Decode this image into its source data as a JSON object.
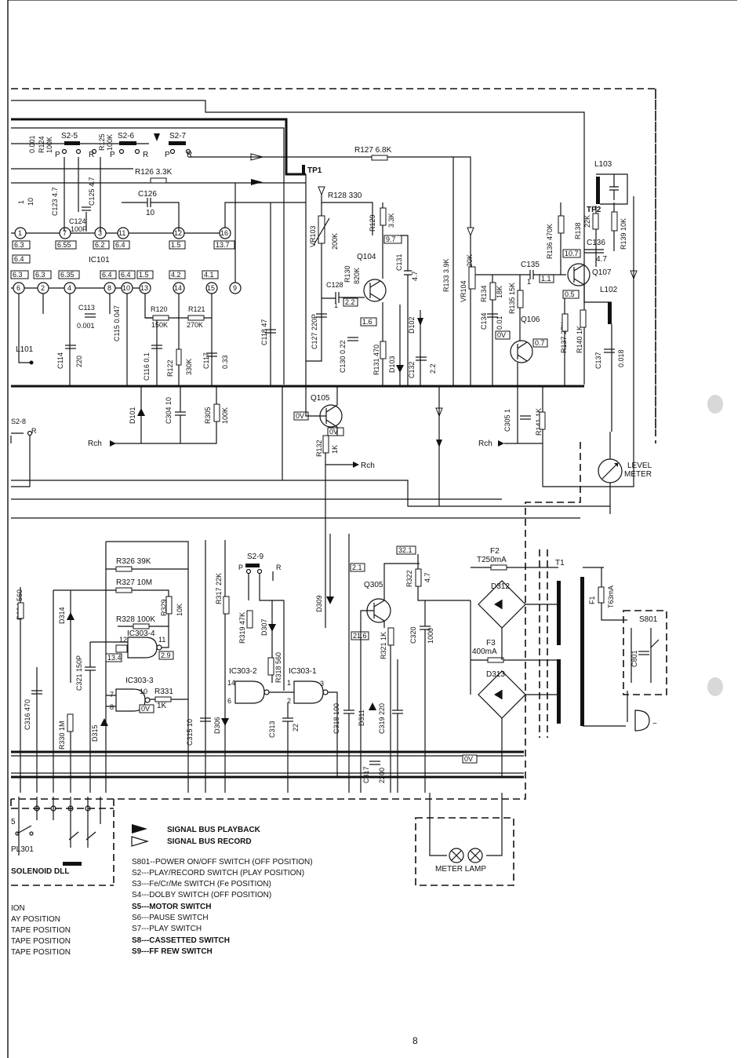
{
  "page_number": "8",
  "switches": {
    "s2_5": "S2-5",
    "s2_6": "S2-6",
    "s2_7": "S2-7",
    "s2_8": "S2-8",
    "s2_9": "S2-9",
    "p": "P",
    "r": "R"
  },
  "components": {
    "r124": "R124",
    "r124v": "100K",
    "c_001": "0.001",
    "r125": "R125",
    "r125v": "100K",
    "r127": "R127 6.8K",
    "r126": "R126 3.3K",
    "tp1": "TP1",
    "tp2": "TP2",
    "l103": "L103",
    "l102": "L102",
    "l101": "L101",
    "c126": "C126",
    "c126v": "10",
    "c123": "C123 4.7",
    "c125": "C125 4.7",
    "c124": "C124",
    "c124v": "100P",
    "r128": "R128 330",
    "vr103": "VR103",
    "vr103v": "200K",
    "r129": "R129",
    "r129v": "3.3K",
    "r130": "R130",
    "r130v": "820K",
    "q104": "Q104",
    "c131": "C131",
    "c131v": "4.7",
    "r133": "R133 3.9K",
    "vr104": "VR104",
    "vr104v": "20K",
    "r136": "R136 470K",
    "r138": "R138",
    "r138v": "22K",
    "r139": "R139 10K",
    "c136": "C136",
    "c136v": "4.7",
    "q107": "Q107",
    "c135": "C135",
    "c135v": "1",
    "ic101": "IC101",
    "c113": "C113",
    "c113v": "0.001",
    "c115": "C115 0.047",
    "c118": "C118 47",
    "c127": "C127 220P",
    "c128": "C128",
    "c128v": "1",
    "c130": "C130 0.22",
    "r131": "R131 470",
    "d103": "D103",
    "d102": "D102",
    "c132": "C132",
    "c132v": "2.2",
    "r120": "R120",
    "r120v": "150K",
    "r121": "R121",
    "r121v": "270K",
    "c116": "C116 0.1",
    "r122": "R122",
    "r122v": "330K",
    "c117": "C117",
    "c117v": "0.33",
    "c114": "C114",
    "c114v": "220",
    "c134": "C134",
    "c134v": "0.01",
    "r134": "R134",
    "r134v": "18K",
    "r135": "R135 15K",
    "q106": "Q106",
    "r137": "R137 27K",
    "r140": "R140 1K",
    "c137": "C137",
    "c137v": "0.018",
    "d101": "D101",
    "c304": "C304 10",
    "r305": "R305",
    "r305v": "100K",
    "q105": "Q105",
    "r132": "R132",
    "r132v": "1K",
    "c305": "C305 1",
    "r141": "R141 1K",
    "rch": "Rch",
    "level_meter": "LEVEL",
    "level_meter2": "METER",
    "r326": "R326 39K",
    "r327": "R327 10M",
    "r329": "R329",
    "r329v": "10K",
    "r328": "R328 100K",
    "ic303_4": "IC303-4",
    "ic303_3": "IC303-3",
    "ic303_2": "IC303-2",
    "ic303_1": "IC303-1",
    "c321": "C321 150P",
    "r331": "R331",
    "r331v": "1K",
    "d314": "D314",
    "d315": "D315",
    "r330": "R330 1M",
    "c316": "C316 470",
    "c315": "C315 10",
    "d306": "D306",
    "r317": "R317 22K",
    "r324": "R324 560",
    "r319": "R319 47K",
    "d307": "D307",
    "r318": "R318 560",
    "c313": "C313",
    "c313v": "22",
    "d309": "D309",
    "q305": "Q305",
    "r321": "R321 1K",
    "c318": "C318 100",
    "d311": "D311",
    "c319": "C319 220",
    "r322": "R322",
    "r322v": "4.7",
    "c320": "C320",
    "c320v": "1000",
    "c317": "C317",
    "c317v": "2200",
    "f2": "F2",
    "f2v": "T250mA",
    "d312": "D312",
    "f3": "F3",
    "f3v": "400mA",
    "d313": "D313",
    "t1": "T1",
    "f1": "F1",
    "f1v": "T63mA",
    "s801": "S801",
    "c801": "C801",
    "tilde": "~",
    "meter_lamp": "METER LAMP",
    "pl301": "PL301",
    "solenoid": "SOLENOID DLL",
    "five": "5"
  },
  "ic_pins": [
    "1",
    "7",
    "3",
    "11",
    "12",
    "16",
    "6",
    "2",
    "4",
    "8",
    "10",
    "13",
    "14",
    "15",
    "9"
  ],
  "voltages": [
    "6.3",
    "6.55",
    "6.2",
    "6.4",
    "1.5",
    "13.7",
    "6.4",
    "6.3",
    "6.3",
    "6.35",
    "6.4",
    "6.4",
    "1.5",
    "4.2",
    "4.1",
    "9.7",
    "2.2",
    "1.6",
    "1.1",
    "10.7",
    "0.5",
    "0.7",
    "0V",
    "0V",
    "0V",
    "0V",
    "2.1",
    "32.1",
    "21.6",
    "2.9",
    "13.4",
    "0V",
    "0V"
  ],
  "legend": {
    "playback": "SIGNAL BUS PLAYBACK",
    "record": "SIGNAL BUS RECORD",
    "items": [
      "S801--POWER ON/OFF SWITCH (OFF POSITION)",
      "S2---PLAY/RECORD SWITCH (PLAY POSITION)",
      "S3---Fe/Cr/Me SWITCH (Fe POSITION)",
      "S4---DOLBY SWITCH (OFF POSITION)",
      "S5---MOTOR SWITCH",
      "S6---PAUSE SWITCH",
      "S7---PLAY SWITCH",
      "S8---CASSETTED SWITCH",
      "S9---FF REW SWITCH"
    ],
    "left_items": [
      "ION",
      "AY POSITION",
      "TAPE POSITION",
      "TAPE POSITION",
      "TAPE POSITION"
    ]
  }
}
